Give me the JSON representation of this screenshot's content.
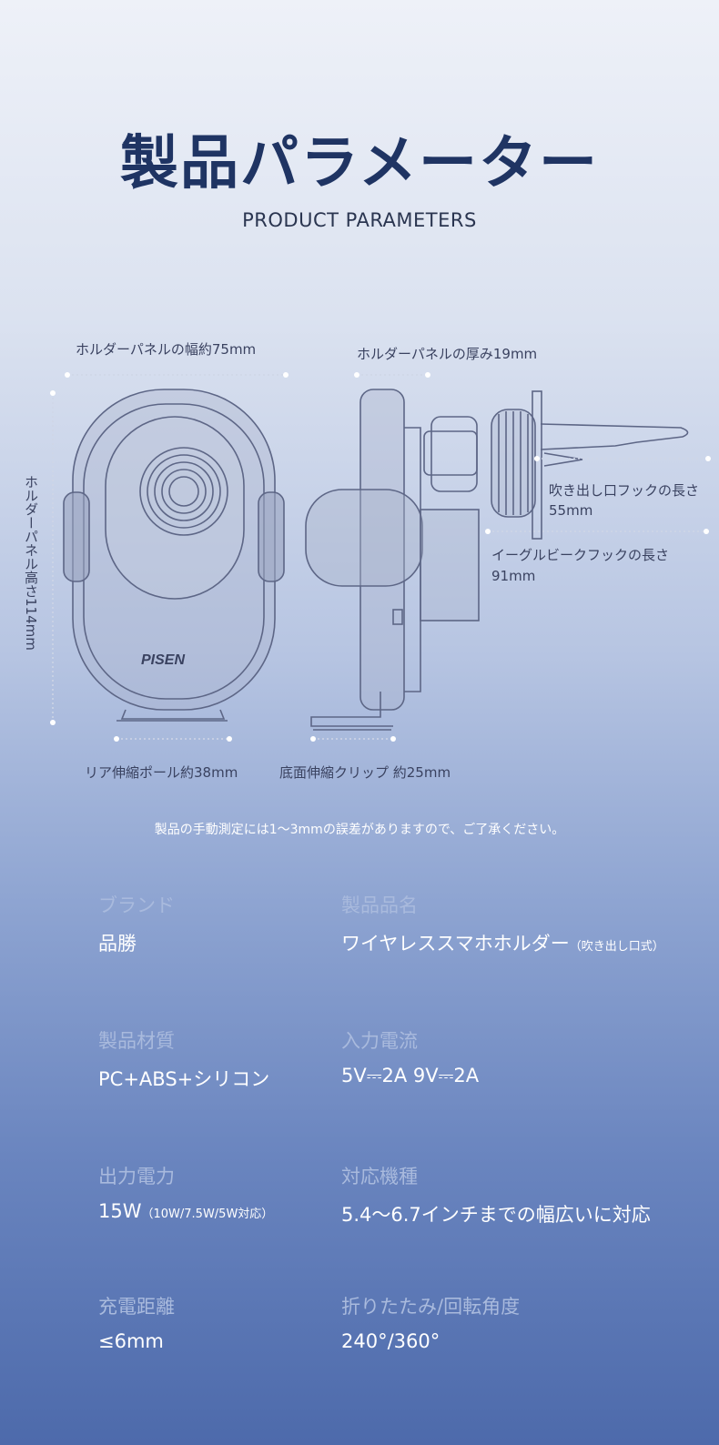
{
  "header": {
    "title": "製品パラメーター",
    "subtitle": "PRODUCT PARAMETERS"
  },
  "diagram": {
    "brand_logo": "PISEN",
    "width_label": "ホルダーパネルの幅約75mm",
    "thickness_label": "ホルダーパネルの厚み19mm",
    "height_label": "ホルダーパネル高さ114mm",
    "vent_hook_label": "吹き出し口フックの長さ",
    "vent_hook_value": "55mm",
    "eagle_hook_label": "イーグルビークフックの長さ",
    "eagle_hook_value": "91mm",
    "rear_pole_label": "リア伸縮ポール約38mm",
    "bottom_clip_label": "底面伸縮クリップ 約25mm"
  },
  "note": "製品の手動測定には1〜3mmの誤差がありますので、ご了承ください。",
  "specs": [
    {
      "label": "ブランド",
      "value": "品勝",
      "suffix": ""
    },
    {
      "label": "製品品名",
      "value": "ワイヤレススマホホルダー",
      "suffix": "（吹き出し口式）"
    },
    {
      "label": "製品材質",
      "value": "PC+ABS+シリコン",
      "suffix": ""
    },
    {
      "label": "入力電流",
      "value": "5V⎓2A  9V⎓2A",
      "suffix": ""
    },
    {
      "label": "出力電力",
      "value": "15W",
      "suffix": "（10W/7.5W/5W対応）"
    },
    {
      "label": "対応機種",
      "value": "5.4〜6.7インチまでの幅広いに対応",
      "suffix": ""
    },
    {
      "label": "充電距離",
      "value": "≤6mm",
      "suffix": ""
    },
    {
      "label": "折りたたみ/回転角度",
      "value": "240°/360°",
      "suffix": ""
    }
  ]
}
